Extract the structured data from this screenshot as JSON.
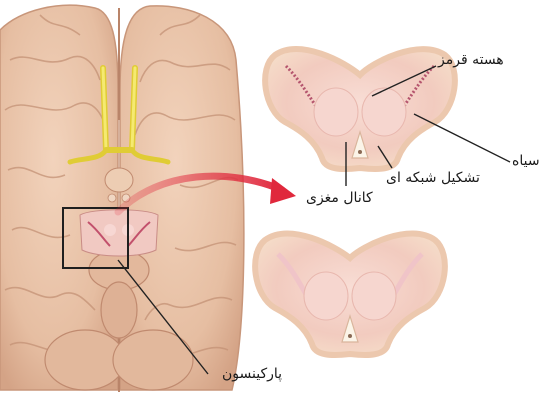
{
  "labels": {
    "red_nucleus": "هسته قرمز",
    "substantia_nigra": "سیاه",
    "reticular_formation": "تشکیل شبکه ای",
    "cerebral_aqueduct": "کانال مغزی",
    "parkinson": "پارکینسون"
  },
  "colors": {
    "brain": "#e9c2a6",
    "brain_shadow": "#c9977c",
    "section": "#f3d3c6",
    "section_edge": "#f7e6d4",
    "nigra_band": "#b5556e",
    "arrow": "#e0283c",
    "optic_nerve": "#f2e24a"
  }
}
